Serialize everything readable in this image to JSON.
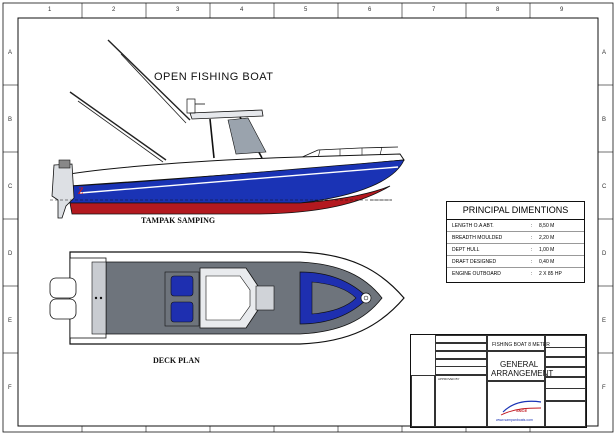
{
  "drawing": {
    "profile_title": "OPEN FISHING BOAT",
    "profile_caption": "TAMPAK SAMPING",
    "deck_caption": "DECK PLAN"
  },
  "grid": {
    "columns": [
      "1",
      "2",
      "3",
      "4",
      "5",
      "6",
      "7",
      "8",
      "9"
    ],
    "rows": [
      "A",
      "B",
      "C",
      "D",
      "E",
      "F"
    ]
  },
  "principal_dimensions": {
    "title": "PRINCIPAL DIMENTIONS",
    "rows": [
      {
        "label": "LENGTH O.A ABT.",
        "value": "8,50 M"
      },
      {
        "label": "BREADTH MOULDED",
        "value": "2,20 M"
      },
      {
        "label": "DEPT HULL",
        "value": "1,00 M"
      },
      {
        "label": "DRAFT DESIGNED",
        "value": "0,40 M"
      },
      {
        "label": "ENGINE OUTBOARD",
        "value": "2 X 85 HP"
      }
    ]
  },
  "title_block": {
    "project_name": "FISHING BOAT 8 METER",
    "drawing_title_line1": "GENERAL",
    "drawing_title_line2": "ARRANGEMENT",
    "approved": "APPROVED BY",
    "website": "www.sampanboats.com",
    "logo_text": "SNCE"
  },
  "colors": {
    "hull_blue": "#1a33b5",
    "hull_red": "#b3191f",
    "deck_gray": "#6e747c",
    "line": "#111111"
  }
}
